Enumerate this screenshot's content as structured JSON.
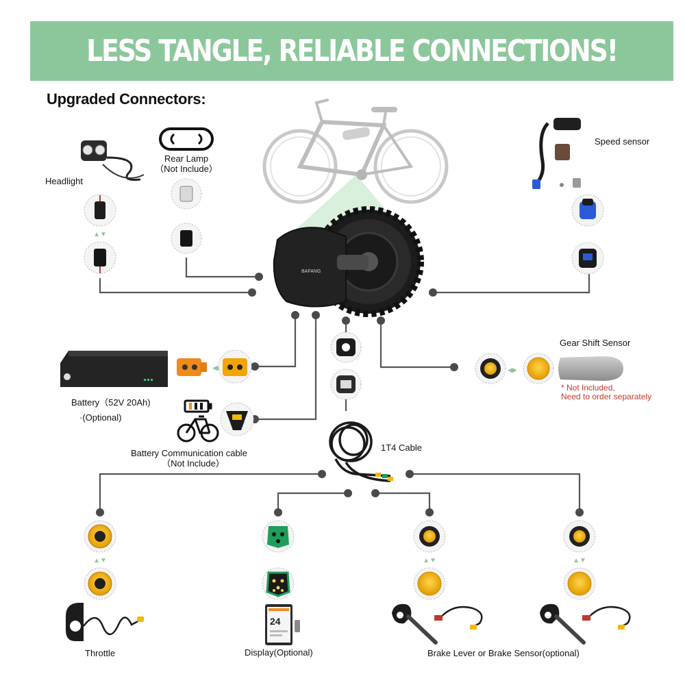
{
  "header": {
    "title": "LESS TANGLE, RELIABLE CONNECTIONS!"
  },
  "subtitle": "Upgraded Connectors:",
  "labels": {
    "headlight": "Headlight",
    "rear_lamp": "Rear Lamp",
    "rear_lamp_note": "（Not Include）",
    "speed_sensor": "Speed sensor",
    "gear_shift_sensor": "Gear Shift Sensor",
    "gear_note_1": "* Not Included,",
    "gear_note_2": "Need to order separately",
    "battery": "Battery（52V 20Ah)",
    "battery_note": "·(Optional)",
    "battery_comm": "Battery Communication cable",
    "battery_comm_note": "（Not Include）",
    "cable_1t4": "1T4 Cable",
    "throttle": "Throttle",
    "display": "Display(Optional)",
    "brake": "Brake Lever or Brake Sensor(optional)",
    "motor_brand": "BAFANG",
    "display_speed": "24"
  },
  "colors": {
    "banner": "#8cc79c",
    "connector_yellow": "#f5b800",
    "connector_green": "#1e9e5a",
    "speed_sensor_blue": "#2a5bd7",
    "battery_orange": "#f08a1c",
    "line": "#555555",
    "note_red": "#c0392b"
  },
  "icons": [
    "bicycle-icon",
    "headlight-icon",
    "rear-lamp-icon",
    "speed-sensor-icon",
    "mid-drive-motor-icon",
    "battery-icon",
    "battery-communication-icon",
    "gear-shift-sensor-icon",
    "cable-icon",
    "throttle-icon",
    "display-icon",
    "brake-lever-icon"
  ]
}
